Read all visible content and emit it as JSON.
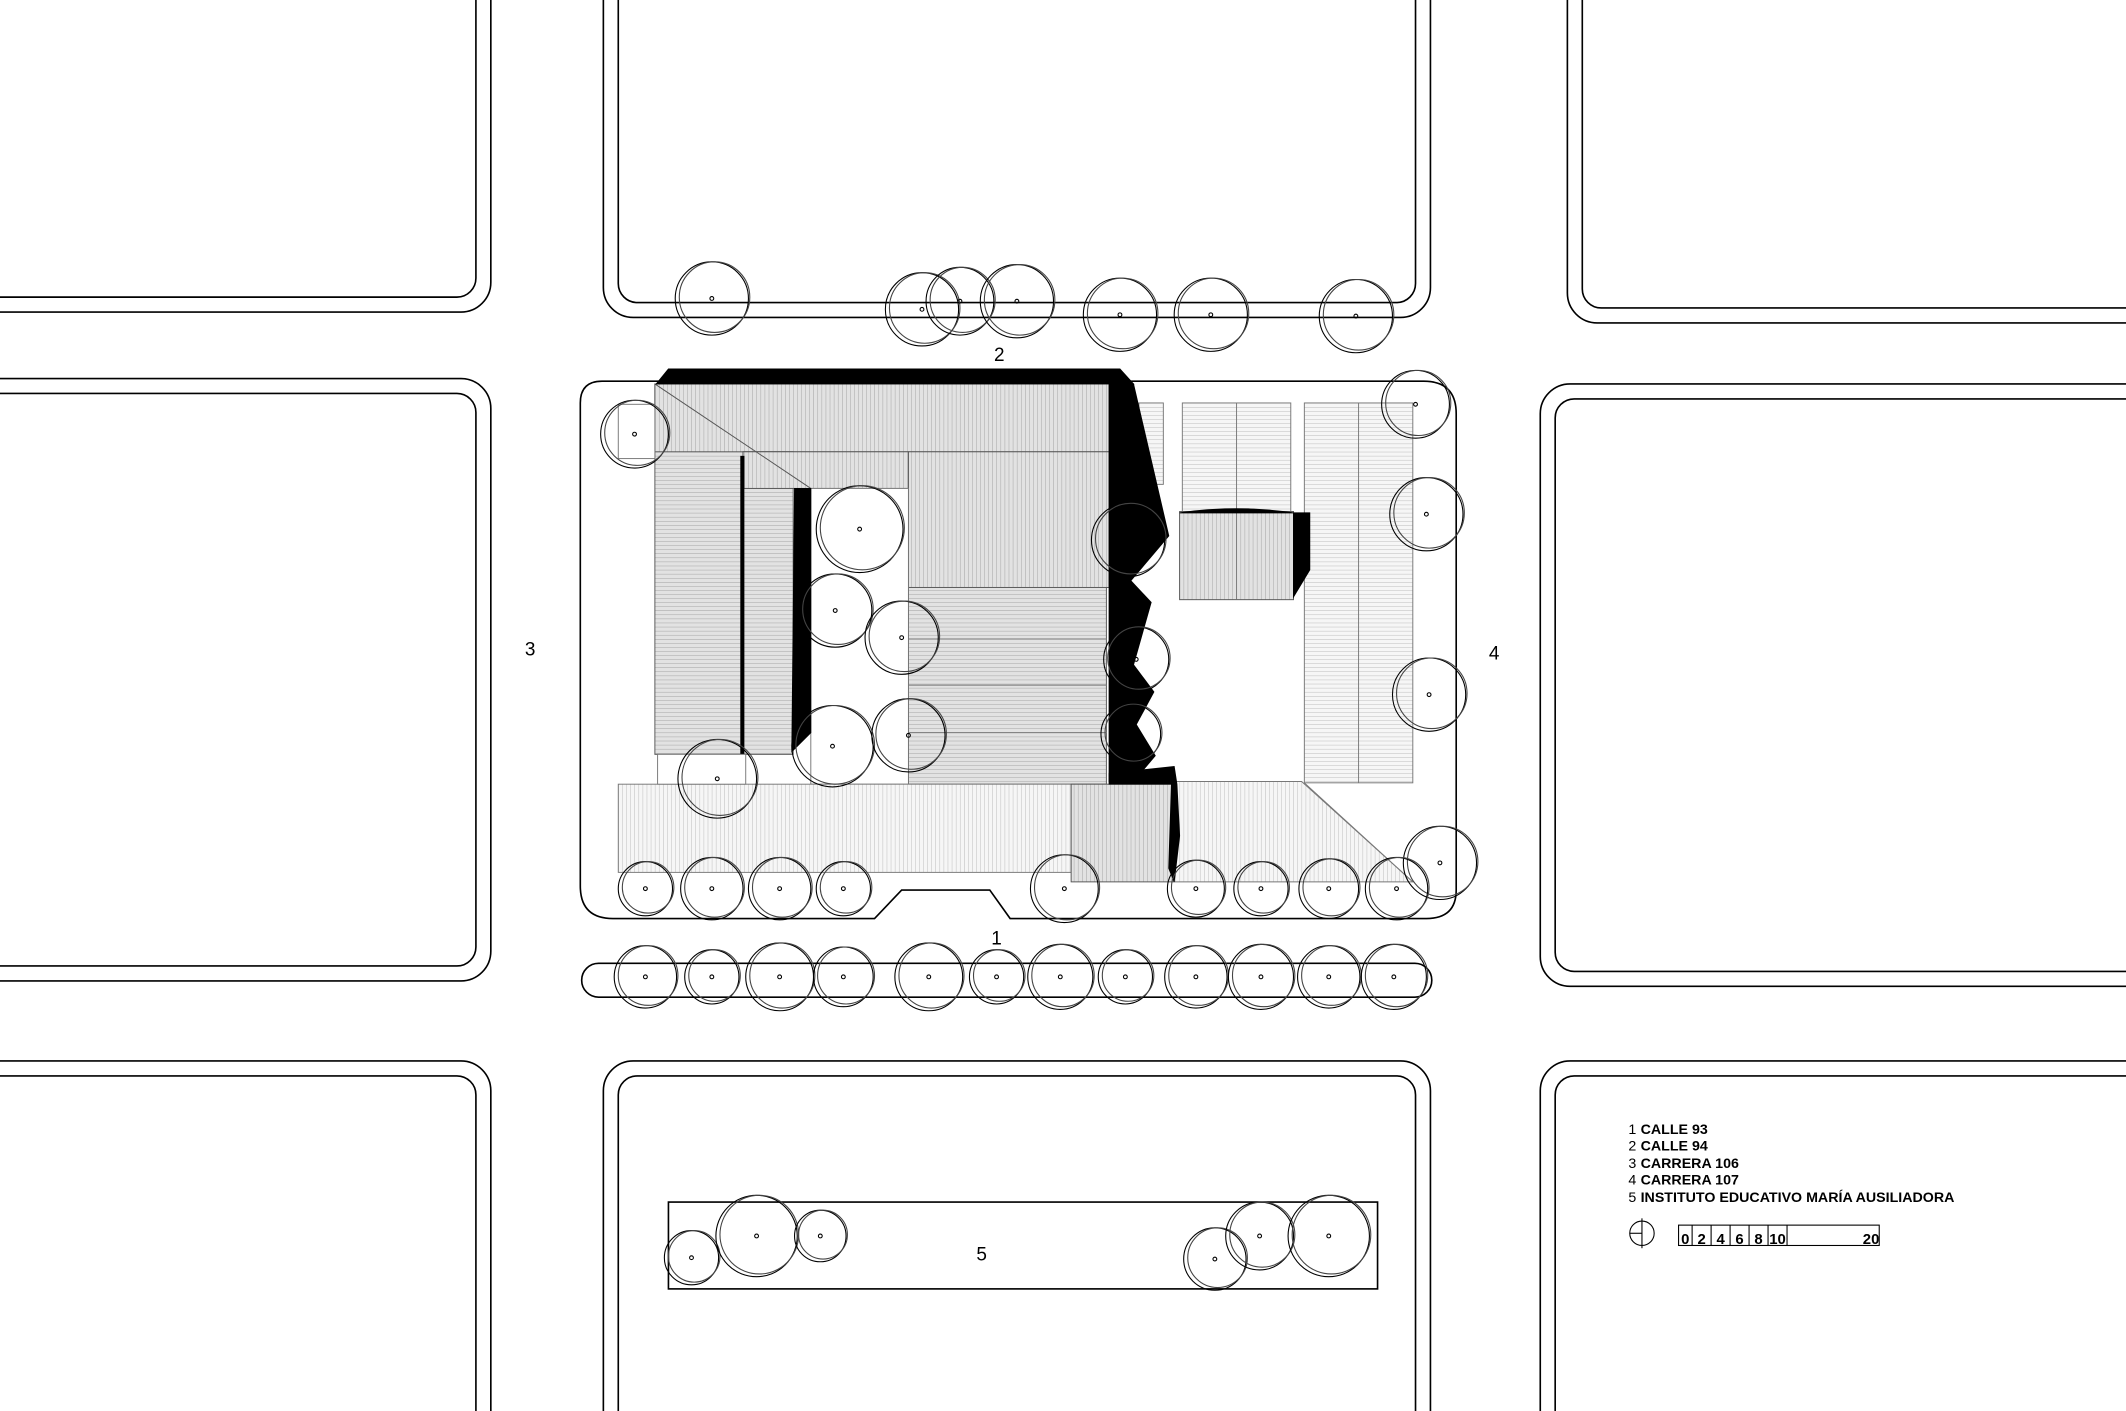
{
  "street_labels": {
    "calle93": "1",
    "calle94": "2",
    "carrera106": "3",
    "carrera107": "4",
    "institute": "5"
  },
  "legend": [
    {
      "num": "1",
      "text": "CALLE 93"
    },
    {
      "num": "2",
      "text": "CALLE 94"
    },
    {
      "num": "3",
      "text": "CARRERA 106"
    },
    {
      "num": "4",
      "text": "CARRERA 107"
    },
    {
      "num": "5",
      "text": "INSTITUTO EDUCATIVO MARÍA AUSILIADORA"
    }
  ],
  "scale_bar": [
    "0",
    "2",
    "4",
    "6",
    "8",
    "10",
    "20"
  ],
  "icons": {
    "north": "north-arrow-icon"
  }
}
